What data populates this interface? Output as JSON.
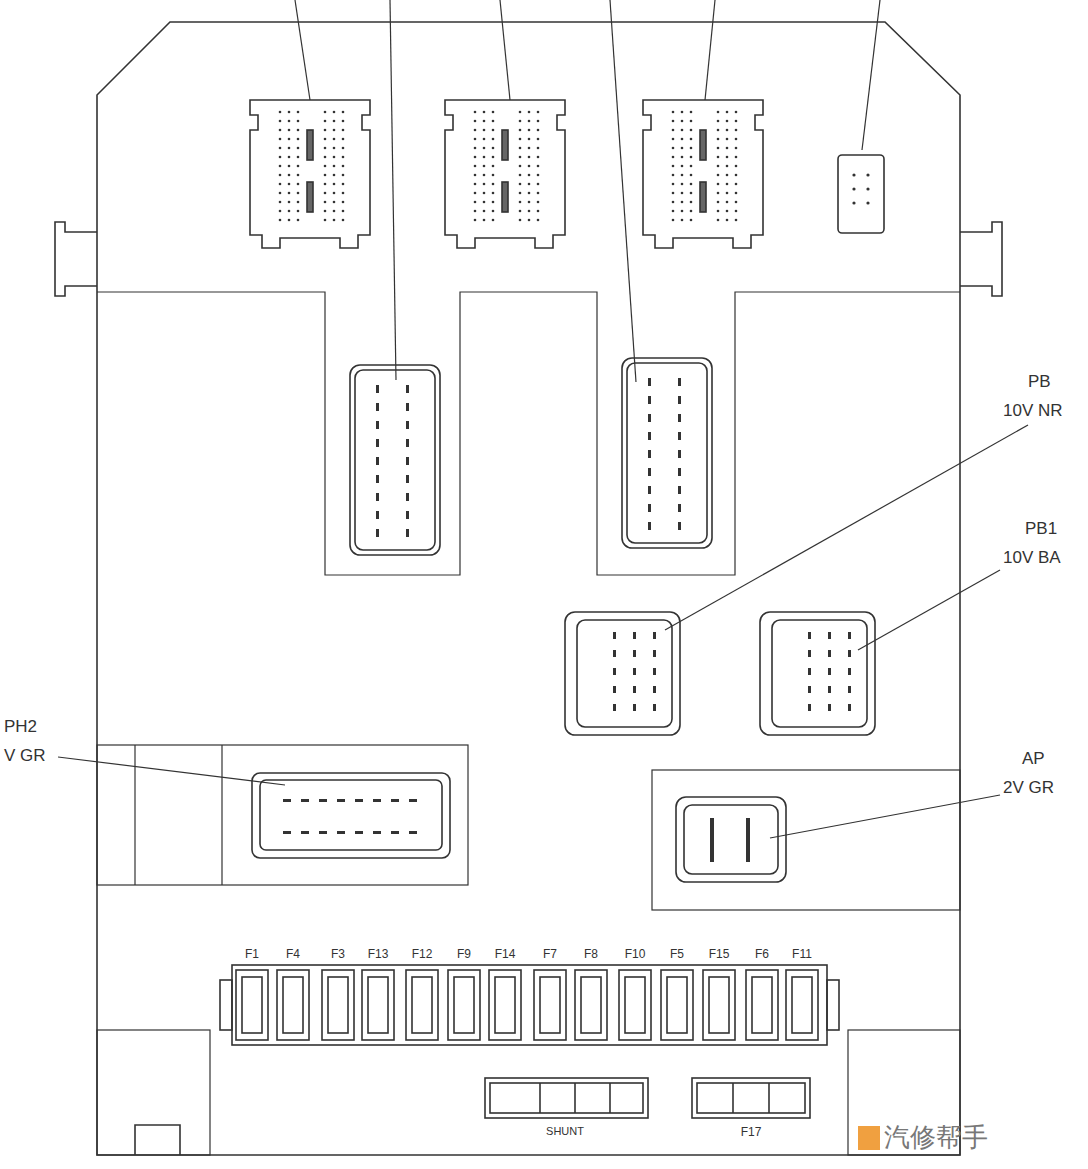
{
  "diagram": {
    "labels": [
      "PB",
      "10V NR",
      "PB1",
      "10V BA",
      "PH2",
      "V GR",
      "AP",
      "2V GR",
      "F1",
      "F4",
      "F3",
      "F13",
      "F12",
      "F9",
      "F14",
      "F7",
      "F8",
      "F10",
      "F5",
      "F15",
      "F6",
      "F11",
      "SHUNT",
      "F17",
      "汽修帮手"
    ]
  }
}
